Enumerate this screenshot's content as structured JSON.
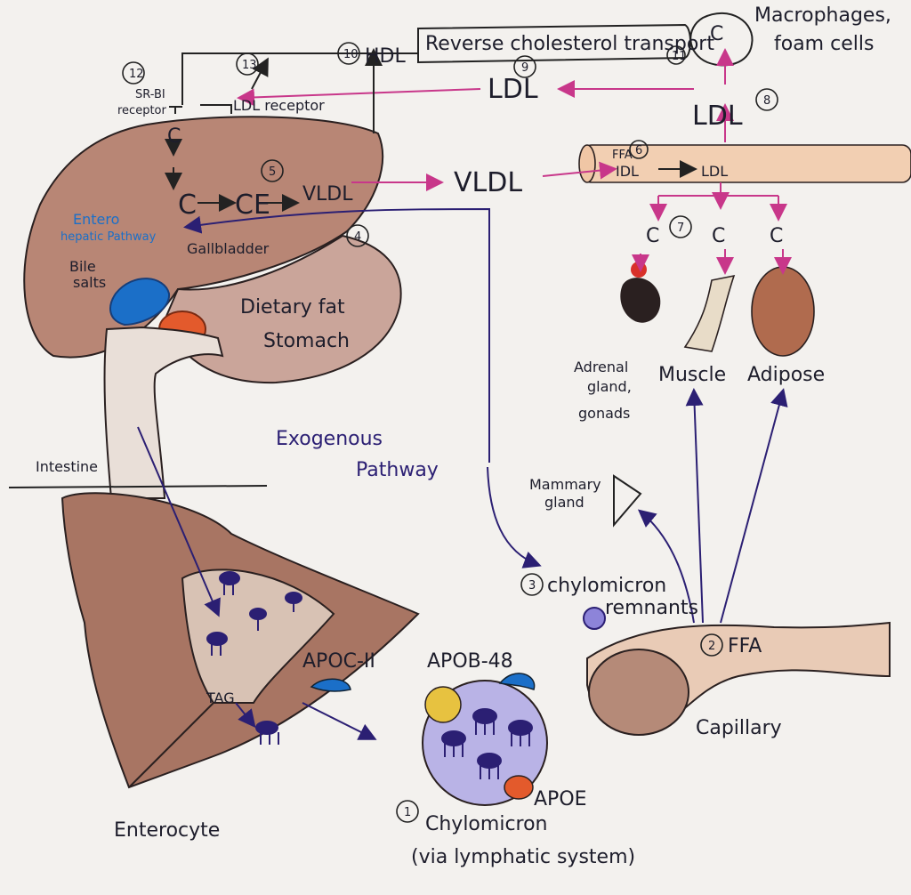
{
  "labels": {
    "macrophages": "Macrophages,",
    "foam_cells": "foam cells",
    "macrophage_c": "C",
    "reverse_transport": "Reverse cholesterol transport",
    "hdl": "HDL",
    "ldl_receptor": "LDL receptor",
    "sr_b1": "SR-BI",
    "receptor": "receptor",
    "ldl_9": "LDL",
    "ldl_8": "LDL",
    "ffa_6": "FFA",
    "idl": "IDL",
    "ldl_6": "LDL",
    "vldl_liver": "VLDL",
    "vldl_blood": "VLDL",
    "liver_c_top": "C",
    "liver_c": "C",
    "ce": "CE",
    "entero": "Entero",
    "hepatic_pathway": "hepatic Pathway",
    "gallbladder": "Gallbladder",
    "bile": "Bile",
    "salts": "salts",
    "dietary_fat": "Dietary fat",
    "stomach": "Stomach",
    "intestine": "Intestine",
    "exogenous": "Exogenous",
    "pathway": "Pathway",
    "tissue_c1": "C",
    "tissue_c2": "C",
    "tissue_c3": "C",
    "adrenal": "Adrenal",
    "gland": "gland,",
    "gonads": "gonads",
    "muscle": "Muscle",
    "adipose": "Adipose",
    "mammary": "Mammary",
    "mammary_gland": "gland",
    "chylomicron_remnants": "chylomicron",
    "remnants": "remnants",
    "ffa_2": "FFA",
    "capillary": "Capillary",
    "apob48": "APOB-48",
    "apoc2": "APOC-II",
    "tag": "TAG",
    "apoe": "APOE",
    "chylomicron": "Chylomicron",
    "via_lymphatic": "(via lymphatic system)",
    "enterocyte": "Enterocyte"
  },
  "numbers": {
    "n1": "1",
    "n2": "2",
    "n3": "3",
    "n4": "4",
    "n5": "5",
    "n6": "6",
    "n7": "7",
    "n8": "8",
    "n9": "9",
    "n10": "10",
    "n11": "11",
    "n12": "12",
    "n13": "13"
  },
  "colors": {
    "liver": "#b88675",
    "stomach": "#caa59a",
    "intestine": "#a87563",
    "capillary_band": "#f2cfb2",
    "pink_arrow": "#c8378a",
    "purple_arrow": "#2b1f73",
    "bile_blue": "#1b6fc8",
    "fat_orange": "#e35a2c"
  }
}
